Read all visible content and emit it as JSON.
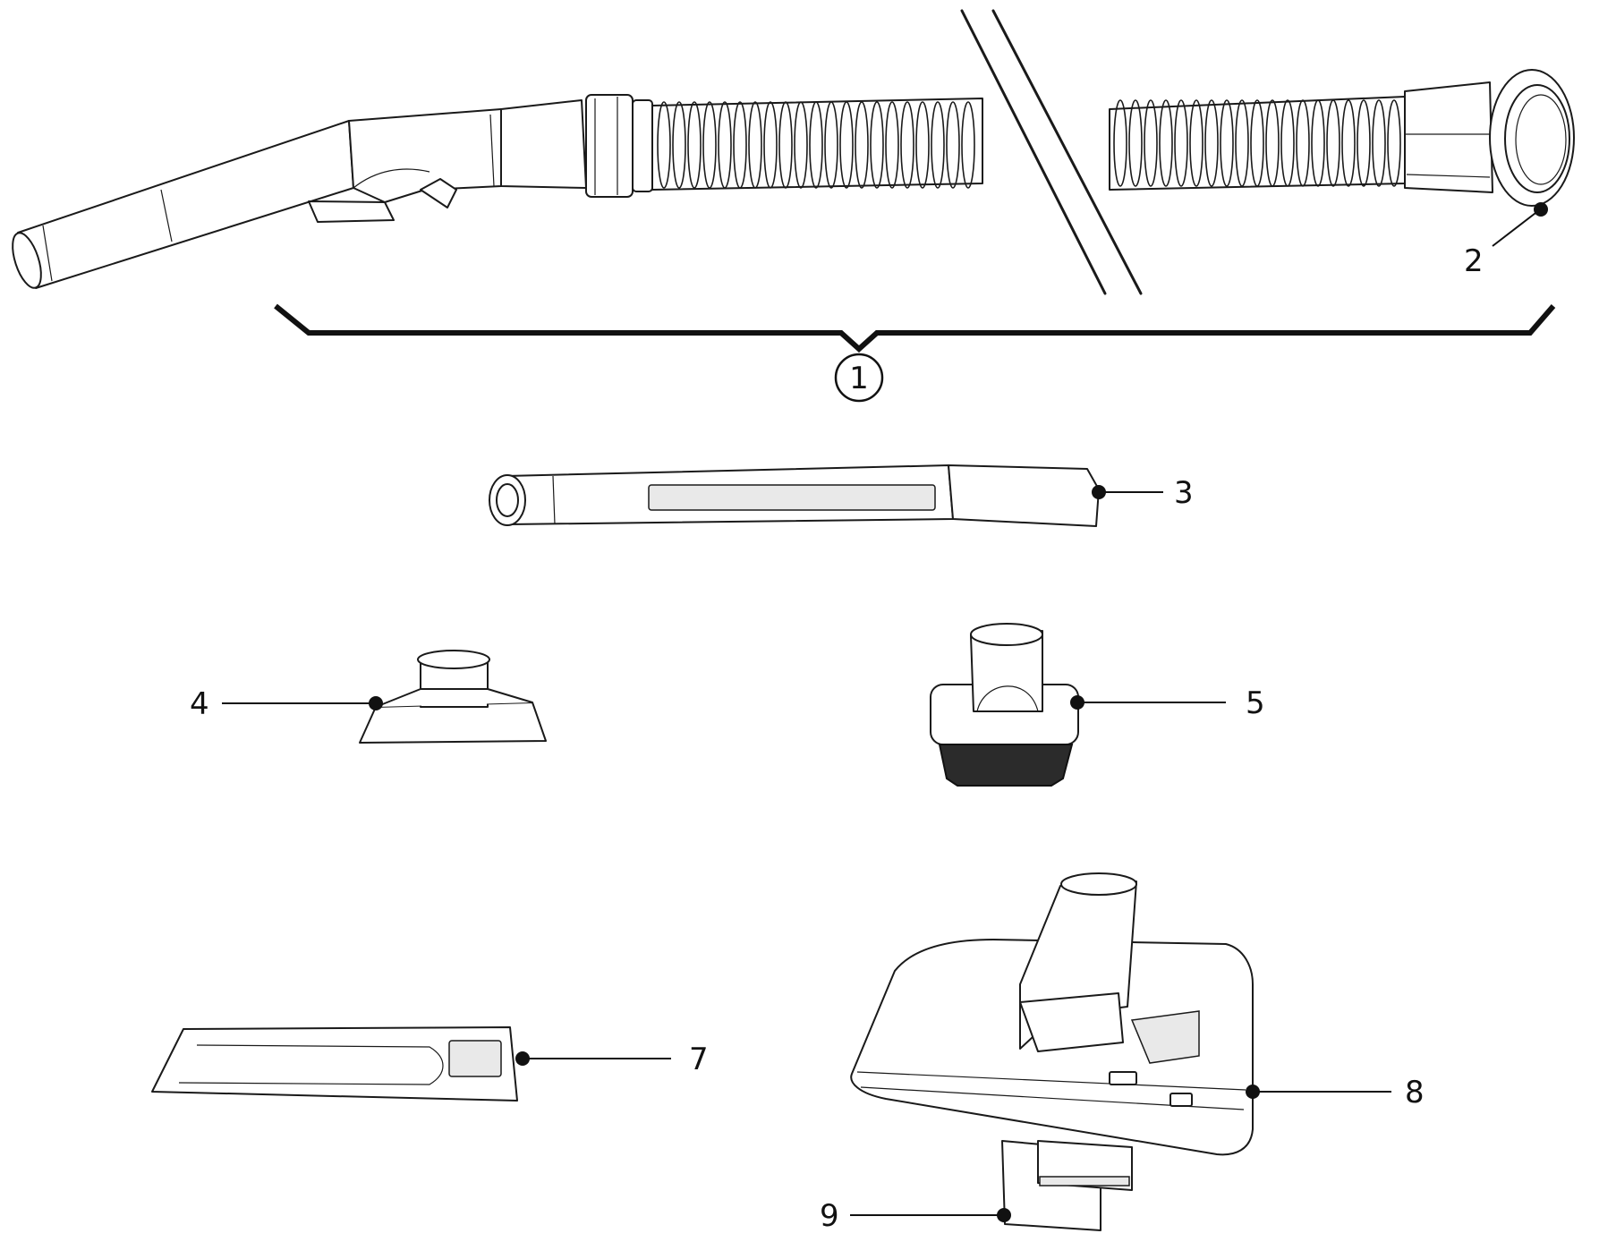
{
  "diagram": {
    "callouts": [
      {
        "id": "c1",
        "text": "1",
        "circled": true
      },
      {
        "id": "c2",
        "text": "2"
      },
      {
        "id": "c3",
        "text": "3"
      },
      {
        "id": "c4",
        "text": "4"
      },
      {
        "id": "c5",
        "text": "5"
      },
      {
        "id": "c7",
        "text": "7"
      },
      {
        "id": "c8",
        "text": "8"
      },
      {
        "id": "c9",
        "text": "9"
      }
    ]
  }
}
